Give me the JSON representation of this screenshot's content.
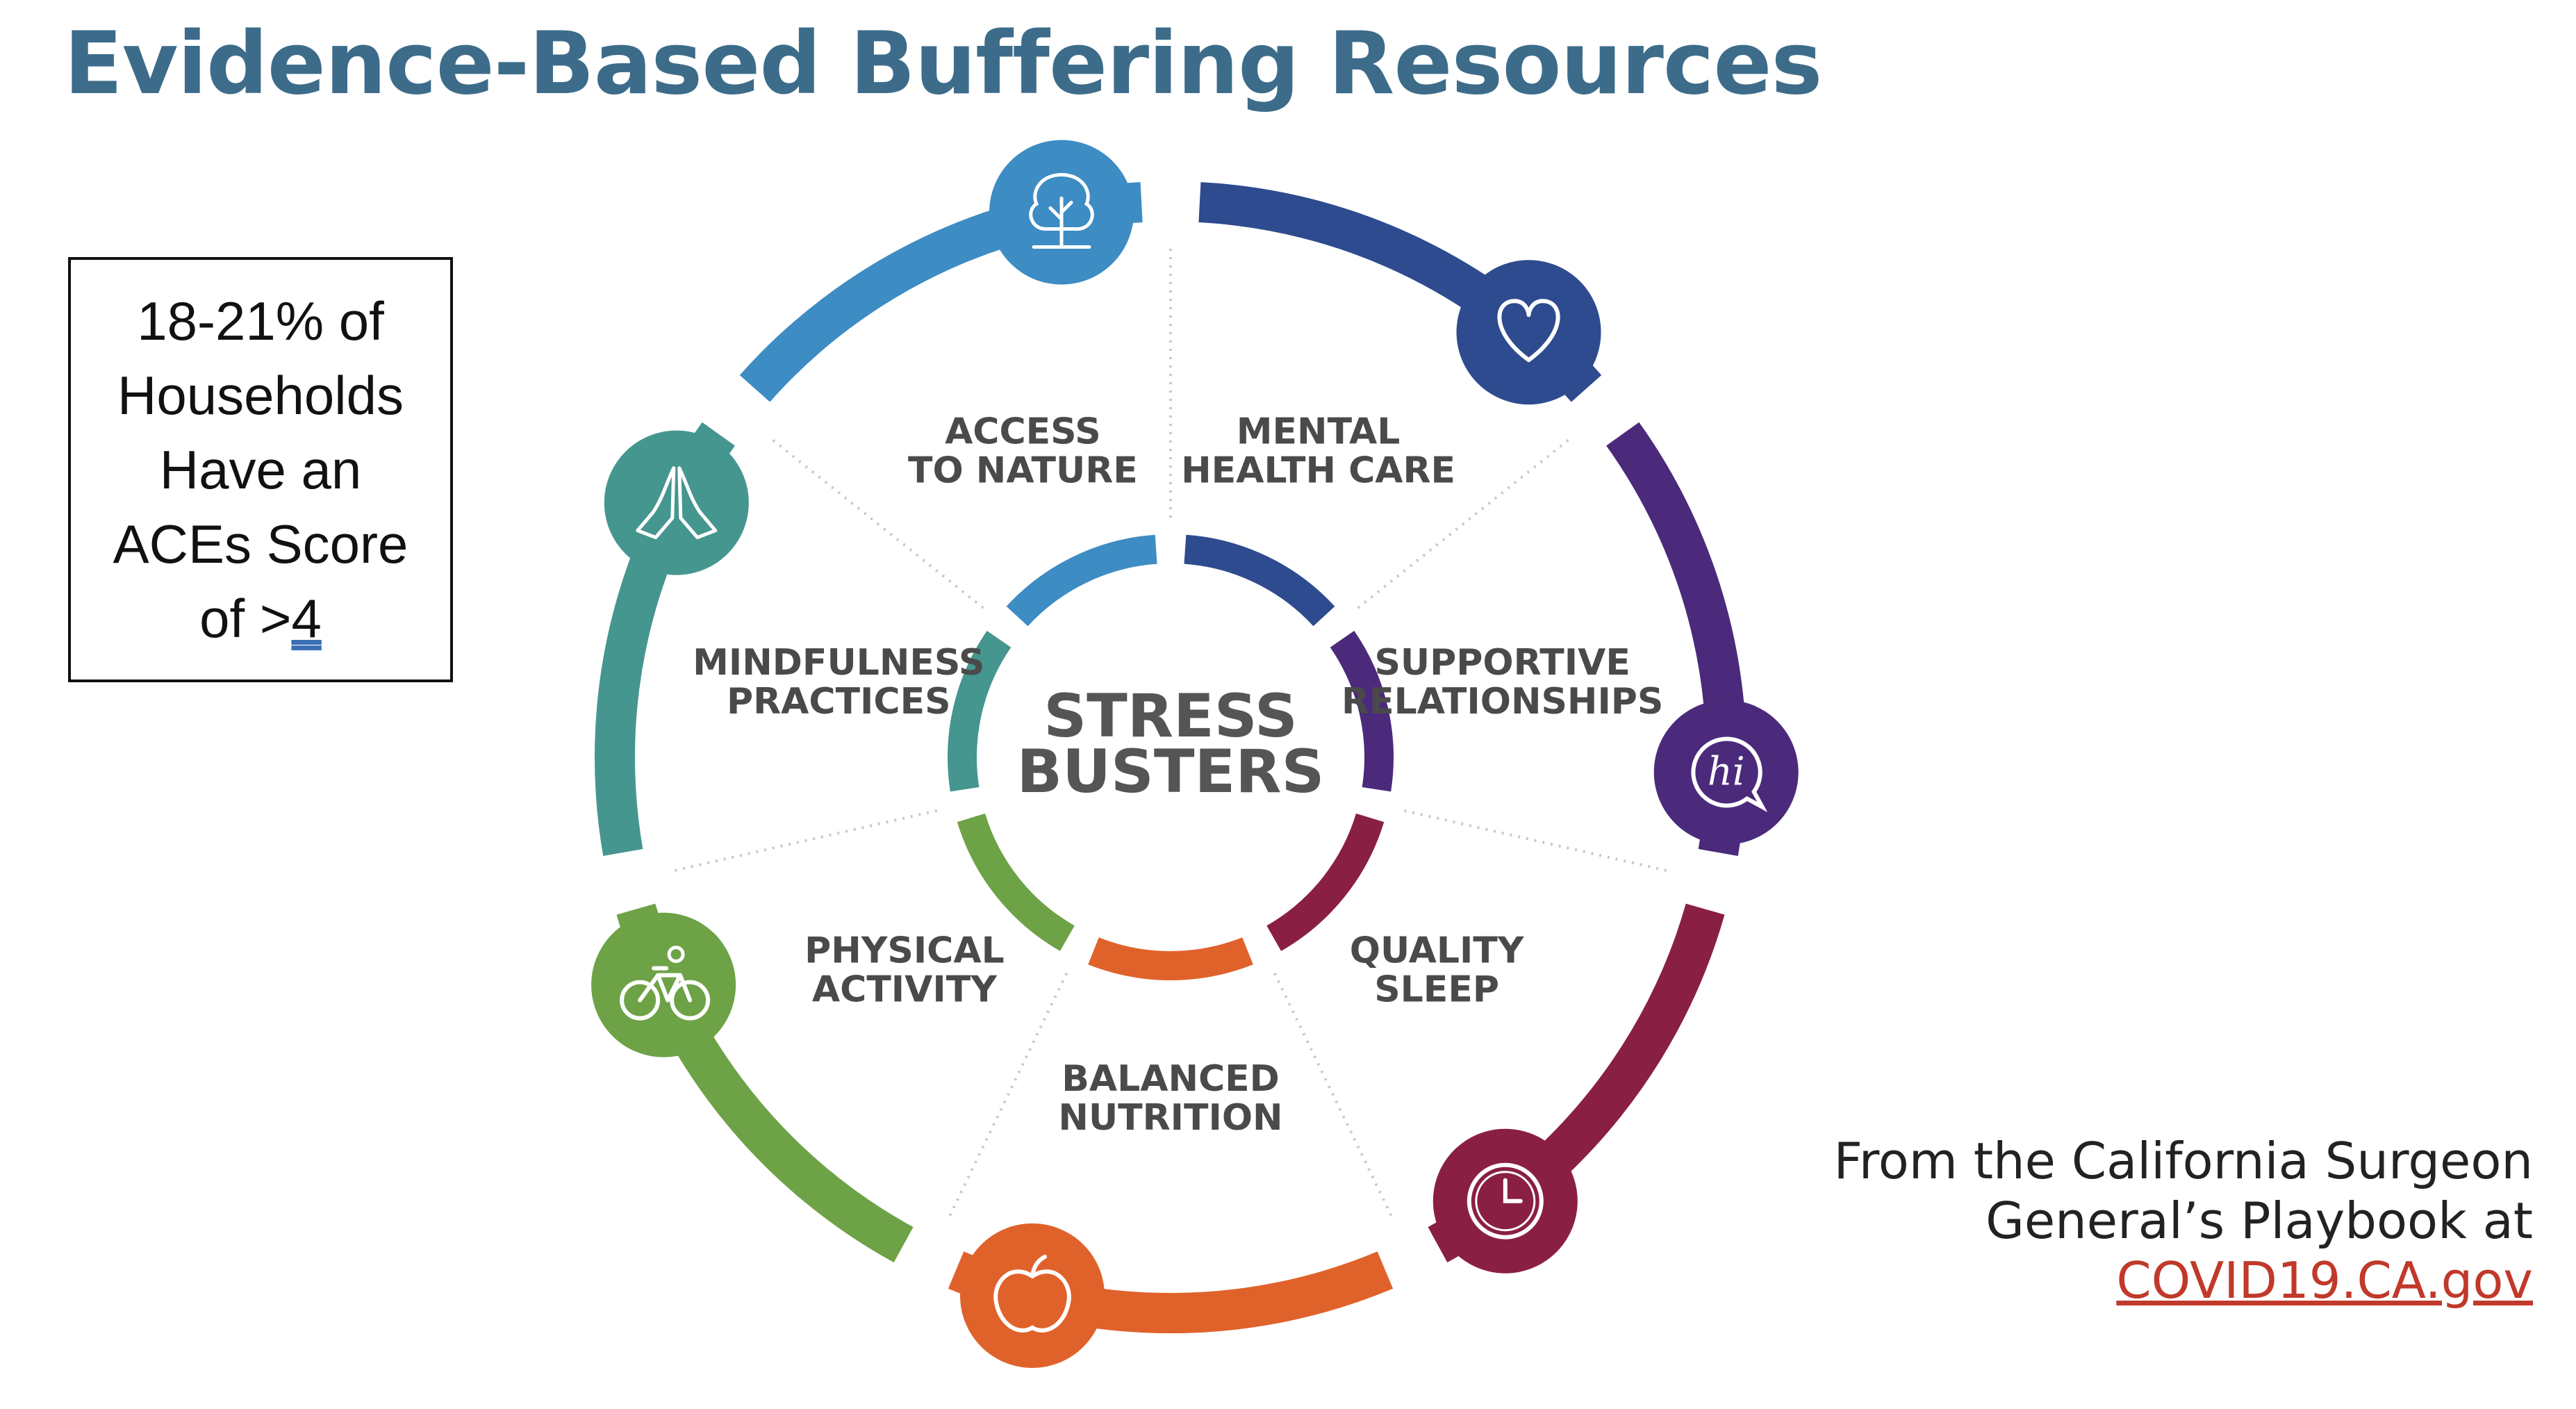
{
  "title": "Evidence-Based Buffering Resources",
  "stat_box": {
    "line1": "18-21% of",
    "line2": "Households",
    "line3": "Have an",
    "line4": "ACEs Score",
    "line5_prefix": "of >",
    "line5_value": "4"
  },
  "source": {
    "line1": "From the California Surgeon",
    "line2": "General’s Playbook at",
    "link": "COVID19.CA.gov"
  },
  "wheel": {
    "center_line1": "STRESS",
    "center_line2": "BUSTERS",
    "segments": [
      {
        "line1": "MENTAL",
        "line2": "HEALTH CARE",
        "icon": "heart-icon",
        "color": "#2d4b8e"
      },
      {
        "line1": "SUPPORTIVE",
        "line2": "RELATIONSHIPS",
        "icon": "speech-bubble-hi-icon",
        "color": "#4b2a7b"
      },
      {
        "line1": "QUALITY",
        "line2": "SLEEP",
        "icon": "clock-icon",
        "color": "#8a1f44"
      },
      {
        "line1": "BALANCED",
        "line2": "NUTRITION",
        "icon": "apple-icon",
        "color": "#e0622b"
      },
      {
        "line1": "PHYSICAL",
        "line2": "ACTIVITY",
        "icon": "bicycle-icon",
        "color": "#6da246"
      },
      {
        "line1": "MINDFULNESS",
        "line2": "PRACTICES",
        "icon": "praying-hands-icon",
        "color": "#45968e"
      },
      {
        "line1": "ACCESS",
        "line2": "TO NATURE",
        "icon": "tree-icon",
        "color": "#3d8cc3"
      }
    ],
    "icon_text": "hi"
  }
}
